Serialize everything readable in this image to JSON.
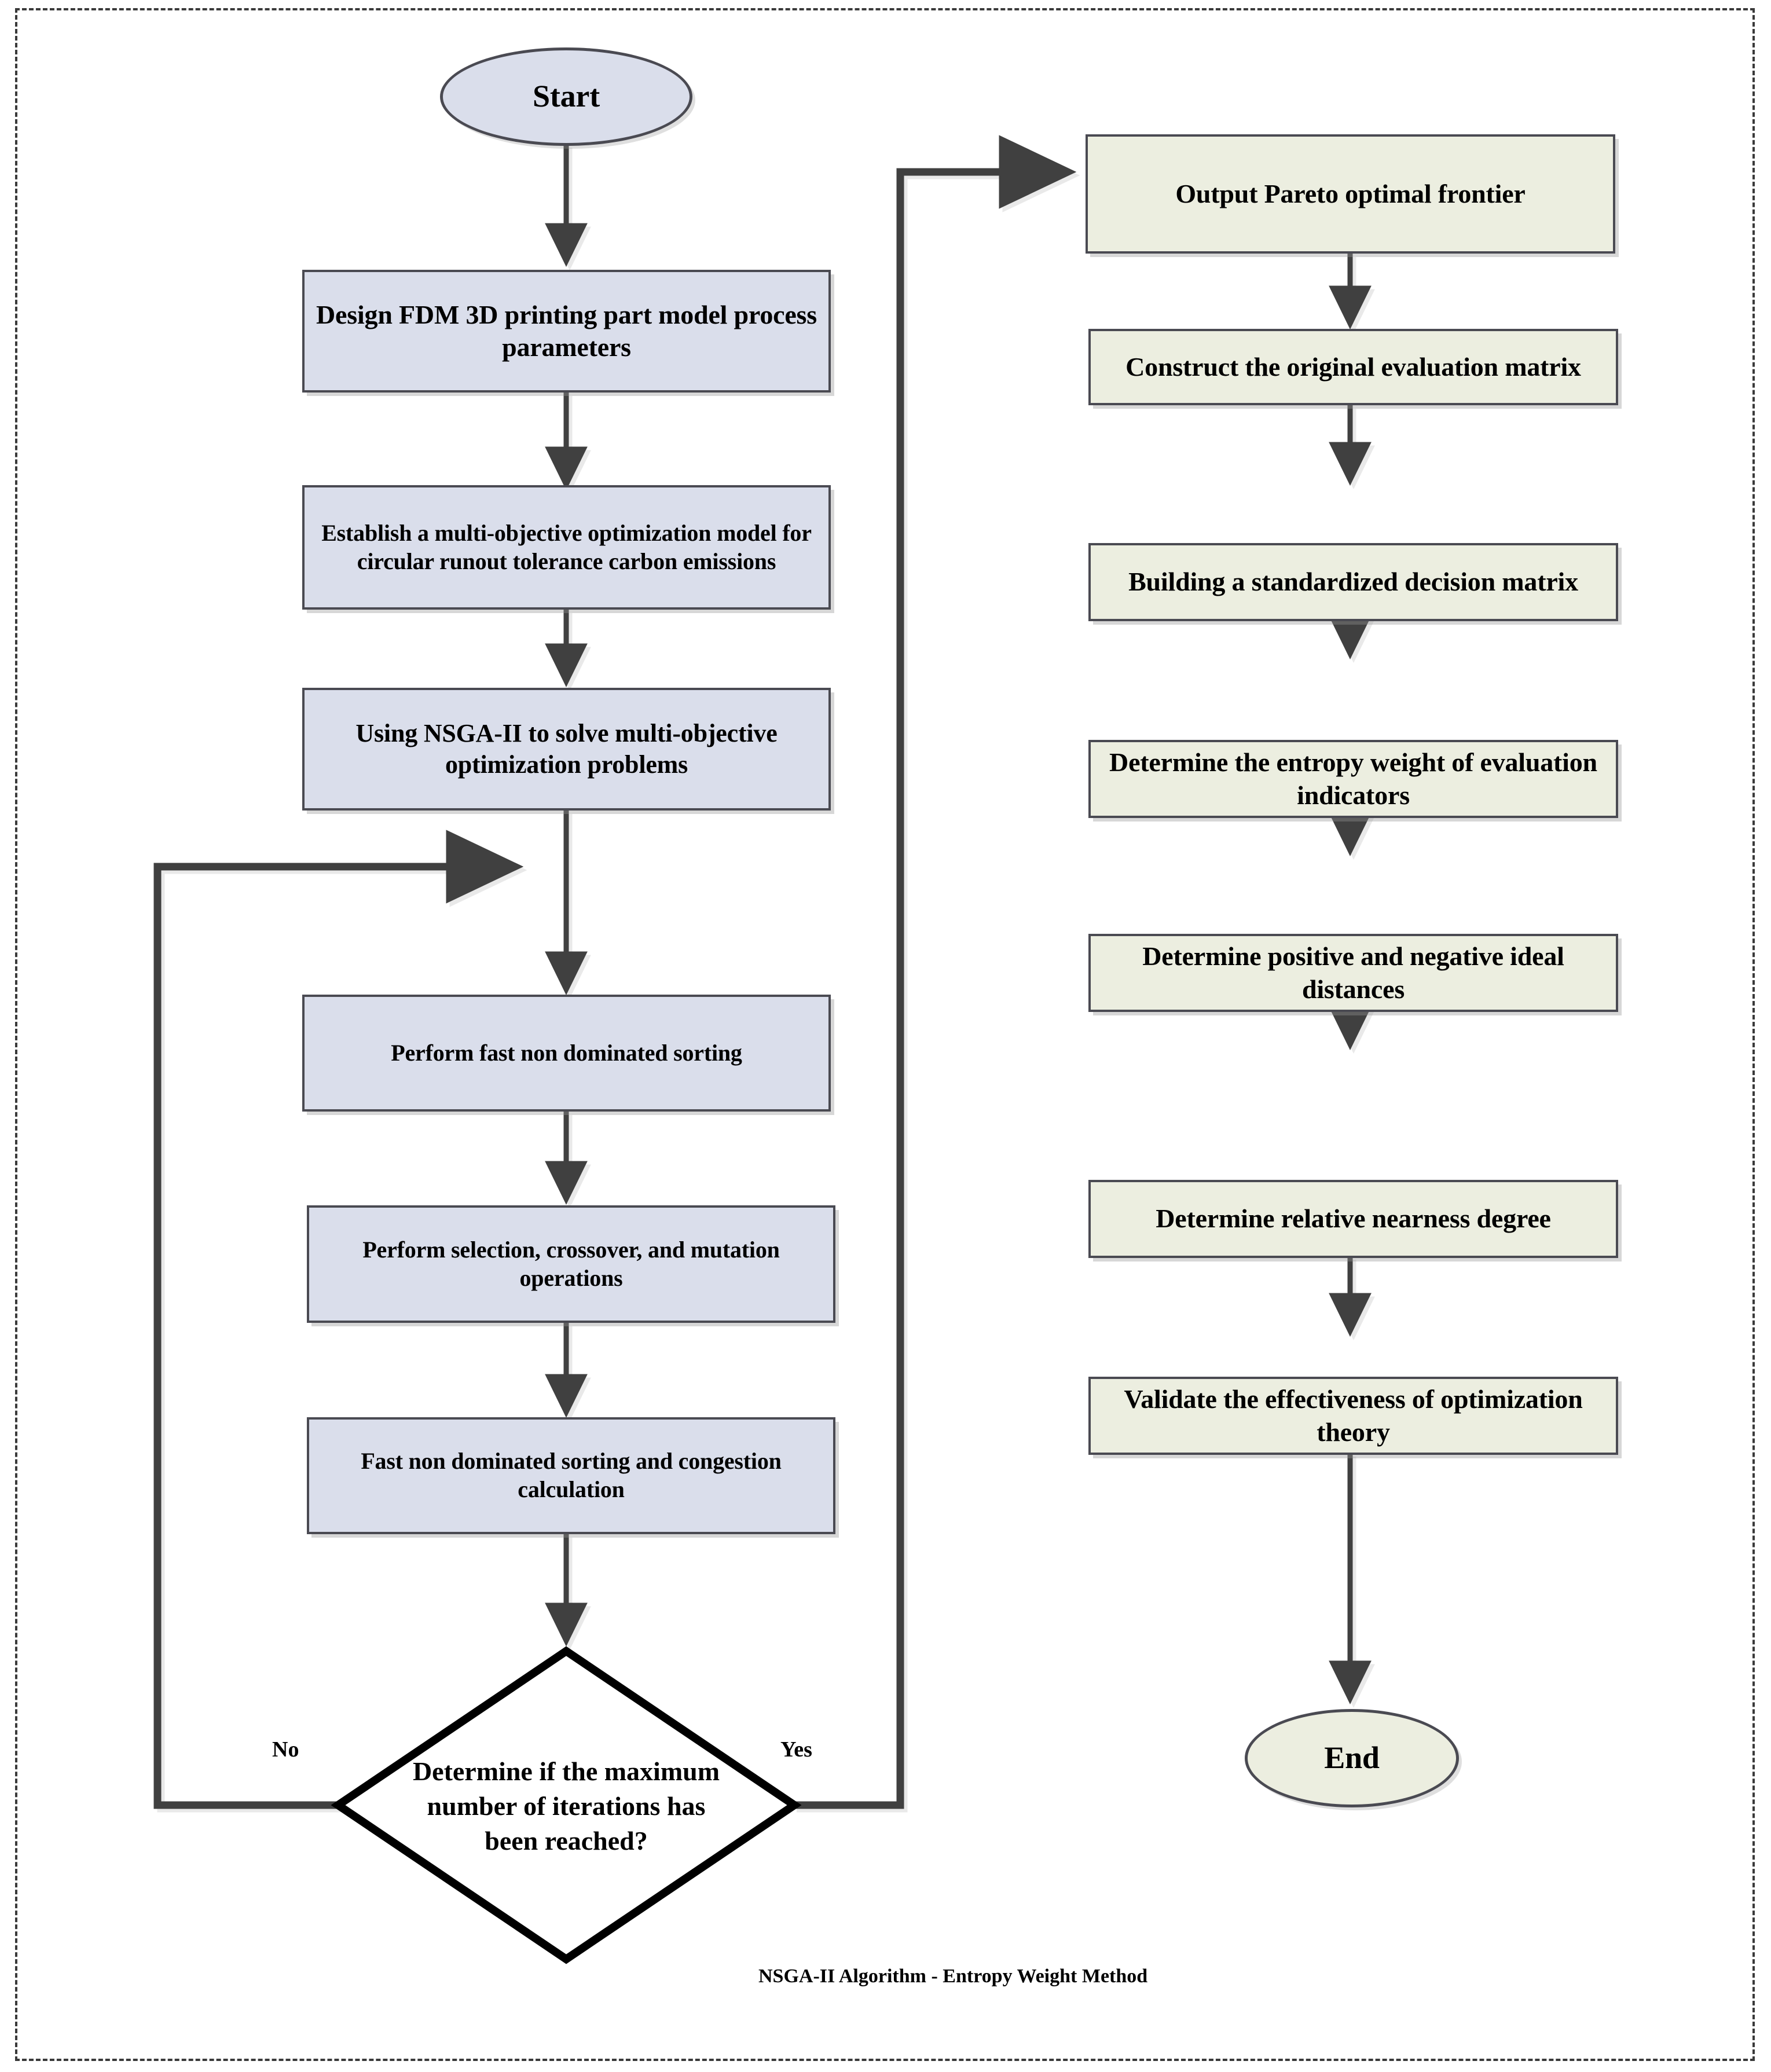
{
  "diagram": {
    "title": "NSGA-II Algorithm - Entropy Weight Method",
    "colors": {
      "left_fill": "#dadeeb",
      "right_fill": "#eceee0",
      "node_border": "#4a4a52",
      "connector": "#3f3f3f",
      "diamond_border": "#000000",
      "frame_border": "#3a3a3a",
      "text": "#000000",
      "background": "#ffffff"
    },
    "start": {
      "label": "Start"
    },
    "end": {
      "label": "End"
    },
    "left_column": [
      {
        "id": "design-params",
        "label": "Design FDM 3D printing part model process parameters"
      },
      {
        "id": "establish-model",
        "label": "Establish a multi-objective optimization model for circular runout tolerance carbon emissions"
      },
      {
        "id": "use-nsga2",
        "label": "Using NSGA-II to solve multi-objective optimization problems"
      },
      {
        "id": "fast-nondominated-sort",
        "label": "Perform fast non dominated sorting"
      },
      {
        "id": "selection-crossover-mutation",
        "label": "Perform selection, crossover, and mutation operations"
      },
      {
        "id": "sort-and-congestion",
        "label": "Fast non dominated sorting and congestion calculation"
      }
    ],
    "decision": {
      "id": "max-iterations-check",
      "label": "Determine if the maximum number of iterations has been reached?",
      "no_label": "No",
      "yes_label": "Yes"
    },
    "right_column": [
      {
        "id": "output-pareto",
        "label": "Output Pareto optimal frontier"
      },
      {
        "id": "construct-matrix",
        "label": "Construct the original evaluation matrix"
      },
      {
        "id": "standardized-matrix",
        "label": "Building a standardized decision matrix"
      },
      {
        "id": "entropy-weight",
        "label": "Determine the entropy weight of evaluation indicators"
      },
      {
        "id": "ideal-distances",
        "label": "Determine positive and negative ideal distances"
      },
      {
        "id": "relative-nearness",
        "label": "Determine relative nearness degree"
      },
      {
        "id": "validate-theory",
        "label": "Validate the effectiveness of optimization theory"
      }
    ]
  }
}
